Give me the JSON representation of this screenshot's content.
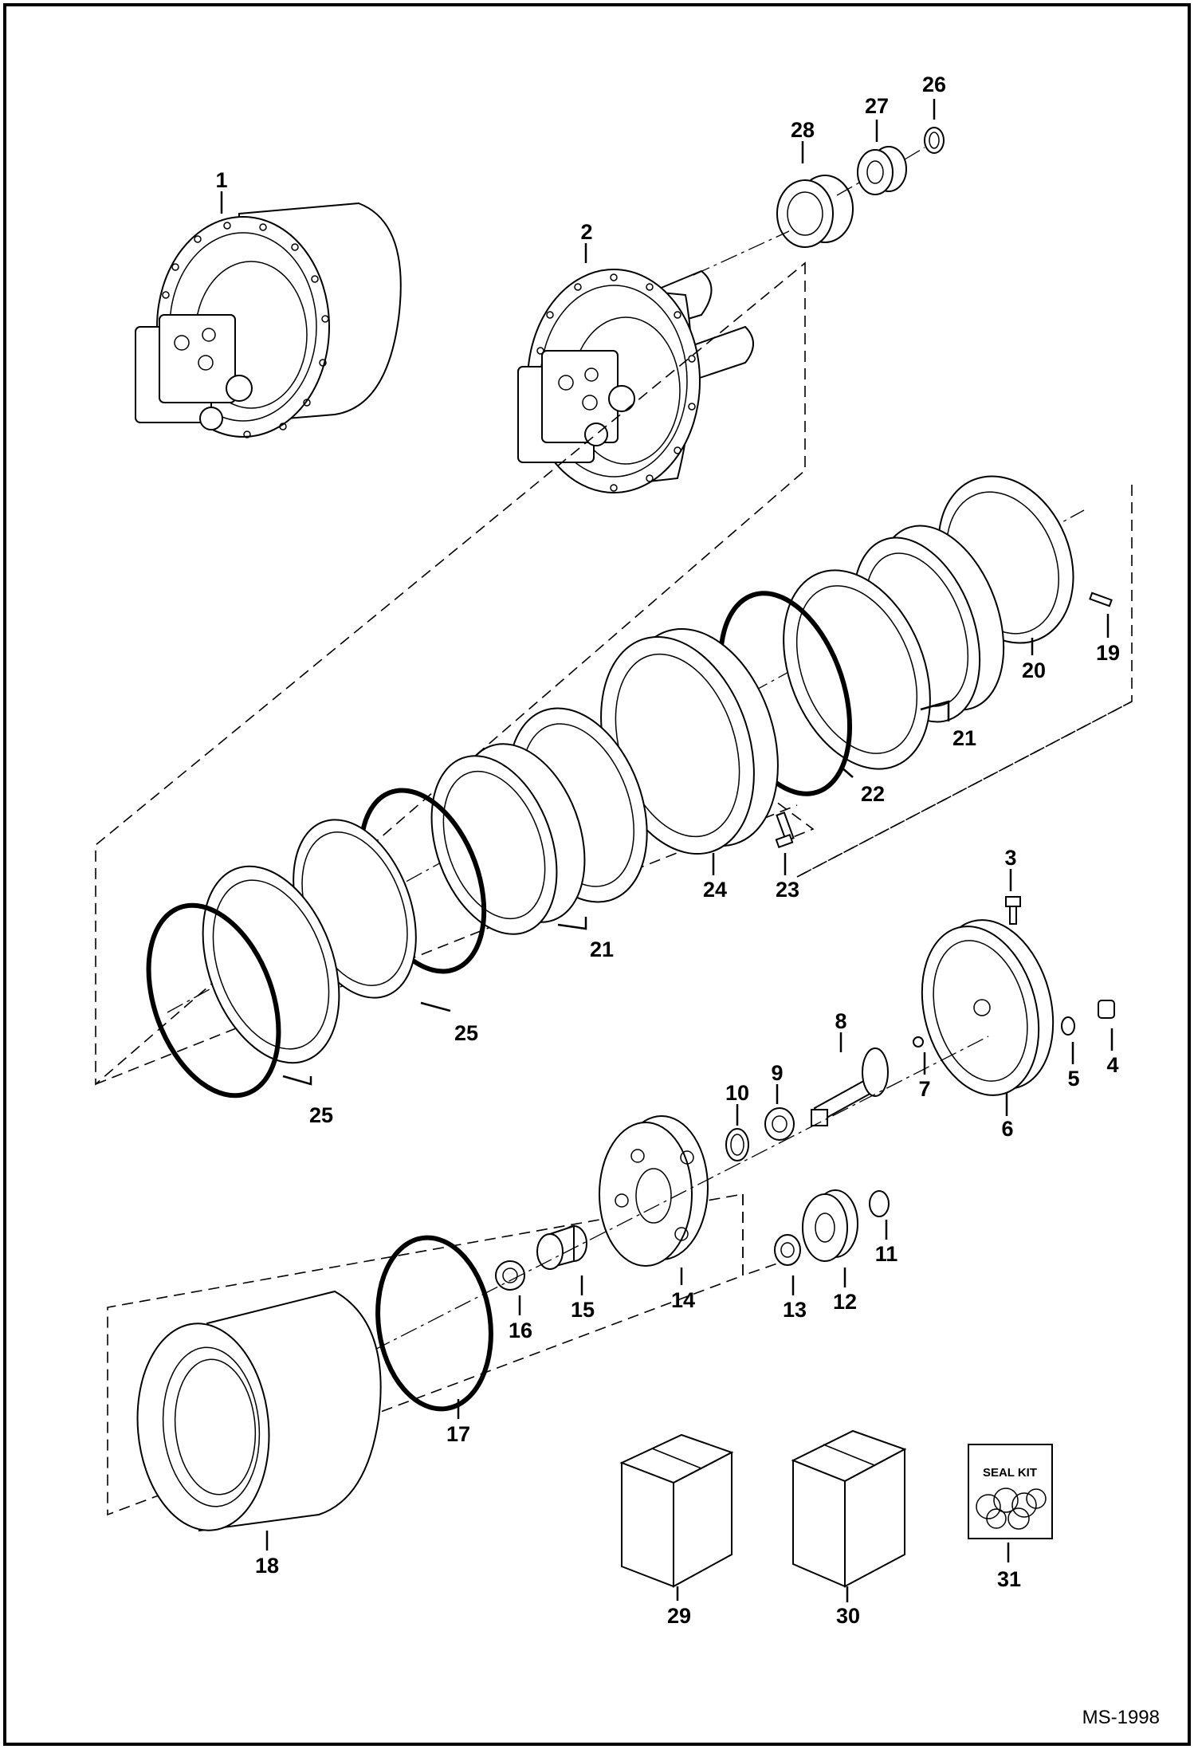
{
  "drawing_code": "MS-1998",
  "seal_kit_text": "SEAL KIT",
  "callouts": {
    "c1": "1",
    "c2": "2",
    "c3": "3",
    "c4": "4",
    "c5": "5",
    "c6": "6",
    "c7": "7",
    "c8": "8",
    "c9": "9",
    "c10": "10",
    "c11": "11",
    "c12": "12",
    "c13": "13",
    "c14": "14",
    "c15": "15",
    "c16": "16",
    "c17": "17",
    "c18": "18",
    "c19": "19",
    "c20": "20",
    "c21a": "21",
    "c21b": "21",
    "c22": "22",
    "c23": "23",
    "c24": "24",
    "c25a": "25",
    "c25b": "25",
    "c26": "26",
    "c27": "27",
    "c28": "28",
    "c29": "29",
    "c30": "30",
    "c31": "31"
  }
}
